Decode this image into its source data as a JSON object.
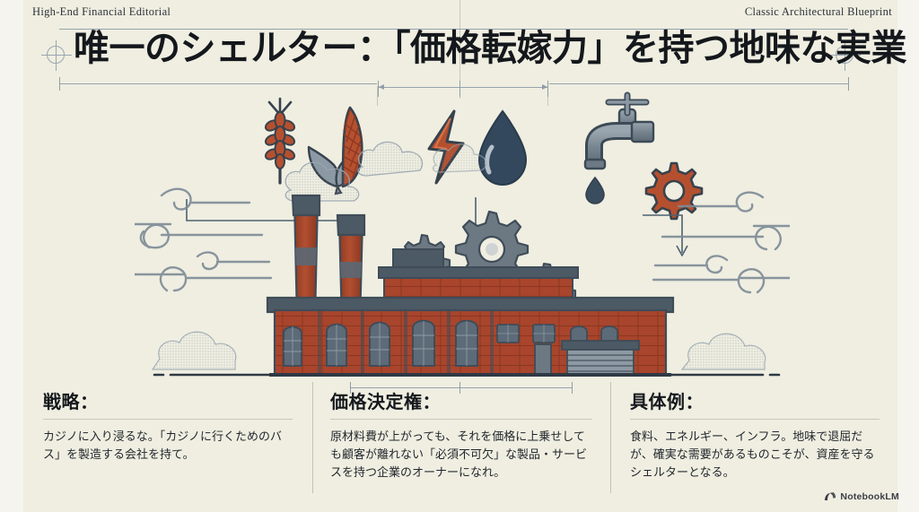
{
  "page": {
    "bg_paper": "#efeee1",
    "bg_edge": "#f5f4ef",
    "ink": "#14181c",
    "accent_terracotta": "#b5502f",
    "accent_slate": "#4a5a68",
    "guide_blue": "#96a3ad"
  },
  "header": {
    "left_label": "High-End Financial Editorial",
    "right_label": "Classic Architectural Blueprint"
  },
  "title": "唯一のシェルター：「価格転嫁力」を持つ地味な実業",
  "illustration": {
    "icons": [
      {
        "name": "wheat-icon",
        "label": "wheat",
        "color": "#b5502f"
      },
      {
        "name": "corn-icon",
        "label": "corn",
        "color": "#b5502f"
      },
      {
        "name": "lightning-bolt-icon",
        "label": "energy",
        "color": "#b5502f"
      },
      {
        "name": "water-drop-icon",
        "label": "water",
        "color": "#33485c"
      },
      {
        "name": "faucet-icon",
        "label": "infrastructure",
        "color": "#6d7a85"
      },
      {
        "name": "gear-icon",
        "label": "industry",
        "color": "#b5502f"
      }
    ],
    "factory": {
      "name": "factory-building",
      "brick_color": "#a8452c",
      "roof_color": "#475462",
      "window_color": "#5d6b78",
      "smokestacks": 2,
      "gears": 3
    },
    "arrows": [
      {
        "name": "arrow-agriculture-to-factory",
        "direction": "right-down"
      },
      {
        "name": "arrow-energy-to-factory",
        "direction": "down"
      },
      {
        "name": "arrow-infrastructure-to-factory",
        "direction": "down"
      }
    ]
  },
  "columns": [
    {
      "id": "strategy",
      "heading": "戦略：",
      "body": "カジノに入り浸るな。「カジノに行くためのバス」を製造する会社を持て。"
    },
    {
      "id": "pricing-power",
      "heading": "価格決定権：",
      "body": "原材料費が上がっても、それを価格に上乗せしても顧客が離れない「必須不可欠」な製品・サービスを持つ企業のオーナーになれ。"
    },
    {
      "id": "examples",
      "heading": "具体例：",
      "body": "食料、エネルギー、インフラ。地味で退屈だが、確実な需要があるものこそが、資産を守るシェルターとなる。"
    }
  ],
  "footer": {
    "brand": "NotebookLM"
  }
}
